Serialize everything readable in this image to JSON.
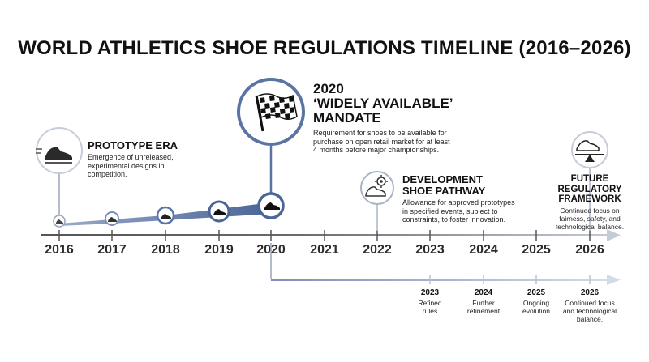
{
  "title": "WORLD ATHLETICS SHOE REGULATIONS TIMELINE (2016–2026)",
  "axis_years": [
    "2016",
    "2017",
    "2018",
    "2019",
    "2020",
    "2021",
    "2022",
    "2023",
    "2024",
    "2025",
    "2026"
  ],
  "prototype_era": {
    "title": "PROTOTYPE ERA",
    "desc": [
      "Emergence of unreleased,",
      "experimental designs in",
      "competition."
    ],
    "icon": "running-shoe-icon"
  },
  "mandate": {
    "title": [
      "2020",
      "‘WIDELY AVAILABLE’",
      "MANDATE"
    ],
    "desc": [
      "Requirement for shoes to be available for",
      "purchase on open retail market for at least",
      "4 months before major championships."
    ],
    "icon": "checkered-flag-icon"
  },
  "development": {
    "title": [
      "DEVELOPMENT",
      "SHOE PATHWAY"
    ],
    "desc": [
      "Allowance for approved prototypes",
      "in specified events, subject to",
      "constraints, to foster innovation."
    ],
    "icon": "shoe-gear-icon"
  },
  "future": {
    "title": [
      "FUTURE",
      "REGULATORY",
      "FRAMEWORK"
    ],
    "desc": [
      "Continued focus on",
      "fairness, safety, and",
      "technological balance."
    ],
    "icon": "shoe-balance-icon"
  },
  "lower_timeline": [
    {
      "year": "2023",
      "text": [
        "Refined",
        "rules"
      ]
    },
    {
      "year": "2024",
      "text": [
        "Further",
        "refinement"
      ]
    },
    {
      "year": "2025",
      "text": [
        "Ongoing",
        "evolution"
      ]
    },
    {
      "year": "2026",
      "text": [
        "Continued focus",
        "and technological",
        "balance."
      ]
    }
  ],
  "colors": {
    "accent": "#5a74a4",
    "accent_dark": "#4a6597",
    "axis": "#555555",
    "faded": "#c9d2e3"
  }
}
